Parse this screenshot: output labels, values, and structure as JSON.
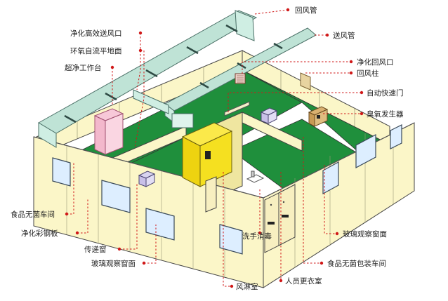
{
  "labels": {
    "return_duct": "回风管",
    "supply_duct": "送风管",
    "hepa_outlet": "净化高效送风口",
    "epoxy_floor": "环氧自流平地面",
    "clean_bench": "超净工作台",
    "return_inlet": "净化回风口",
    "return_column": "回风柱",
    "auto_door": "自动快速门",
    "ozone_generator": "臭氧发生器",
    "food_workshop": "食品无菌车间",
    "color_steel_panel": "净化彩钢板",
    "pass_box": "传递窗",
    "window_left": "玻璃观察窗面",
    "hand_wash": "洗手消毒",
    "air_shower": "风淋室",
    "changing_room": "人员更衣室",
    "packaging_workshop": "食品无菌包装车间",
    "window_right": "玻璃观察窗面"
  },
  "colors": {
    "wall": "#fbf6c8",
    "floor": "#1f8f3c",
    "duct": "#bfe3d6",
    "leader": "#d01818",
    "air_shower": "#f5e020"
  }
}
